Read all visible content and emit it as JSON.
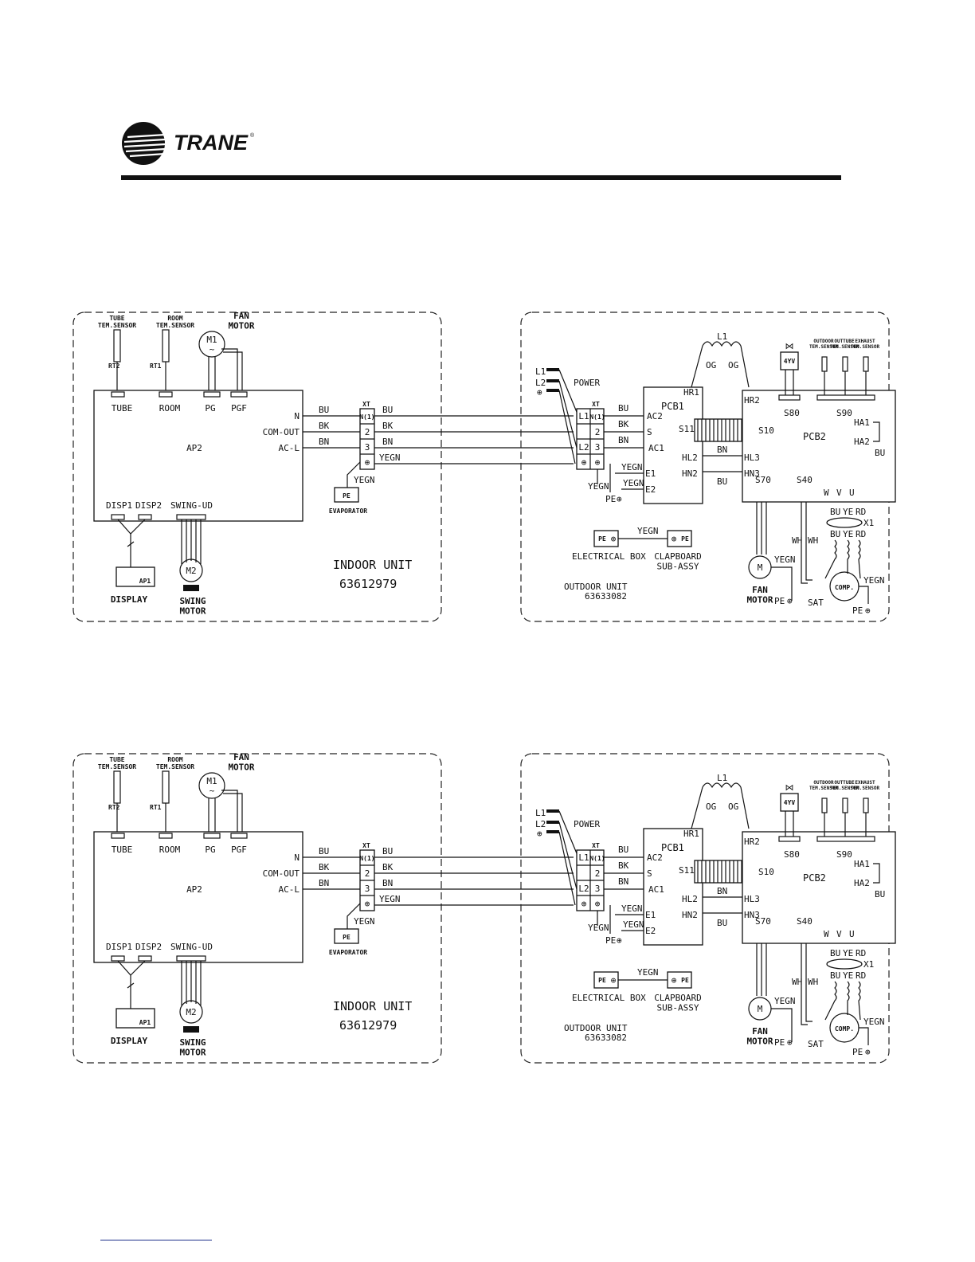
{
  "brand": {
    "name": "TRANE",
    "logo_color": "#111111"
  },
  "diagrams": [
    {
      "indoor": {
        "tube_sensor": "TUBE\nTEM.SENSOR",
        "room_sensor": "ROOM\nTEM.SENSOR",
        "fan_motor": "FAN\nMOTOR",
        "rt2": "RT2",
        "rt1": "RT1",
        "m1": "M1",
        "tube": "TUBE",
        "room": "ROOM",
        "pg": "PG",
        "pgf": "PGF",
        "ap2": "AP2",
        "n": "N",
        "com_out": "COM-OUT",
        "ac_l": "AC-L",
        "disp1": "DISP1",
        "disp2": "DISP2",
        "swing_ud": "SWING-UD",
        "ap1": "AP1",
        "display": "DISPLAY",
        "m2": "M2",
        "swing_motor": "SWING\nMOTOR",
        "xt": "XT",
        "n1": "N(1)",
        "t2": "2",
        "t3": "3",
        "bu": "BU",
        "bk": "BK",
        "bn": "BN",
        "yegn": "YEGN",
        "pe": "PE",
        "evaporator": "EVAPORATOR",
        "unit_title": "INDOOR UNIT",
        "unit_code": "63612979"
      },
      "outdoor": {
        "l1": "L1",
        "l2": "L2",
        "power": "POWER",
        "xt": "XT",
        "n1": "N(1)",
        "t2": "2",
        "t3": "3",
        "bu": "BU",
        "bk": "BK",
        "bn": "BN",
        "yegn": "YEGN",
        "ac2": "AC2",
        "s": "S",
        "ac1": "AC1",
        "e1": "E1",
        "e2": "E2",
        "pcb1": "PCB1",
        "hr1": "HR1",
        "s11": "S11",
        "hl2": "HL2",
        "hn2": "HN2",
        "coil_l1": "L1",
        "og": "OG",
        "hr2": "HR2",
        "s10": "S10",
        "hl3": "HL3",
        "hn3": "HN3",
        "pcb2": "PCB2",
        "s80": "S80",
        "s90": "S90",
        "ha1": "HA1",
        "ha2": "HA2",
        "s70": "S70",
        "s40": "S40",
        "w": "W",
        "v": "V",
        "u": "U",
        "ye": "YE",
        "rd": "RD",
        "x1": "X1",
        "wh": "WH",
        "fourway": "4YV",
        "outdoor_sensor": "OUTDOOR\nTEM.SENSOR",
        "outtube_sensor": "OUTTUBE\nTEM.SENSOR",
        "exhaust_sensor": "EXHAUST\nTEM.SENSOR",
        "fan_motor": "FAN\nMOTOR",
        "m": "M",
        "comp": "COMP.",
        "sat": "SAT",
        "pe": "PE",
        "electrical_box": "ELECTRICAL BOX",
        "clapboard": "CLAPBOARD\nSUB-ASSY",
        "unit_title": "OUTDOOR UNIT",
        "unit_code": "63633082"
      }
    },
    {
      "indoor": {
        "tube_sensor": "TUBE\nTEM.SENSOR",
        "room_sensor": "ROOM\nTEM.SENSOR",
        "fan_motor": "FAN\nMOTOR",
        "rt2": "RT2",
        "rt1": "RT1",
        "m1": "M1",
        "tube": "TUBE",
        "room": "ROOM",
        "pg": "PG",
        "pgf": "PGF",
        "ap2": "AP2",
        "n": "N",
        "com_out": "COM-OUT",
        "ac_l": "AC-L",
        "disp1": "DISP1",
        "disp2": "DISP2",
        "swing_ud": "SWING-UD",
        "ap1": "AP1",
        "display": "DISPLAY",
        "m2": "M2",
        "swing_motor": "SWING\nMOTOR",
        "xt": "XT",
        "n1": "N(1)",
        "t2": "2",
        "t3": "3",
        "bu": "BU",
        "bk": "BK",
        "bn": "BN",
        "yegn": "YEGN",
        "pe": "PE",
        "evaporator": "EVAPORATOR",
        "unit_title": "INDOOR UNIT",
        "unit_code": "63612979"
      },
      "outdoor": {
        "l1": "L1",
        "l2": "L2",
        "power": "POWER",
        "xt": "XT",
        "n1": "N(1)",
        "t2": "2",
        "t3": "3",
        "bu": "BU",
        "bk": "BK",
        "bn": "BN",
        "yegn": "YEGN",
        "ac2": "AC2",
        "s": "S",
        "ac1": "AC1",
        "e1": "E1",
        "e2": "E2",
        "pcb1": "PCB1",
        "hr1": "HR1",
        "s11": "S11",
        "hl2": "HL2",
        "hn2": "HN2",
        "coil_l1": "L1",
        "og": "OG",
        "hr2": "HR2",
        "s10": "S10",
        "hl3": "HL3",
        "hn3": "HN3",
        "pcb2": "PCB2",
        "s80": "S80",
        "s90": "S90",
        "ha1": "HA1",
        "ha2": "HA2",
        "s70": "S70",
        "s40": "S40",
        "w": "W",
        "v": "V",
        "u": "U",
        "ye": "YE",
        "rd": "RD",
        "x1": "X1",
        "wh": "WH",
        "fourway": "4YV",
        "outdoor_sensor": "OUTDOOR\nTEM.SENSOR",
        "outtube_sensor": "OUTTUBE\nTEM.SENSOR",
        "exhaust_sensor": "EXHAUST\nTEM.SENSOR",
        "fan_motor": "FAN\nMOTOR",
        "m": "M",
        "comp": "COMP.",
        "sat": "SAT",
        "pe": "PE",
        "electrical_box": "ELECTRICAL BOX",
        "clapboard": "CLAPBOARD\nSUB-ASSY",
        "unit_title": "OUTDOOR UNIT",
        "unit_code": "63633082"
      }
    }
  ]
}
